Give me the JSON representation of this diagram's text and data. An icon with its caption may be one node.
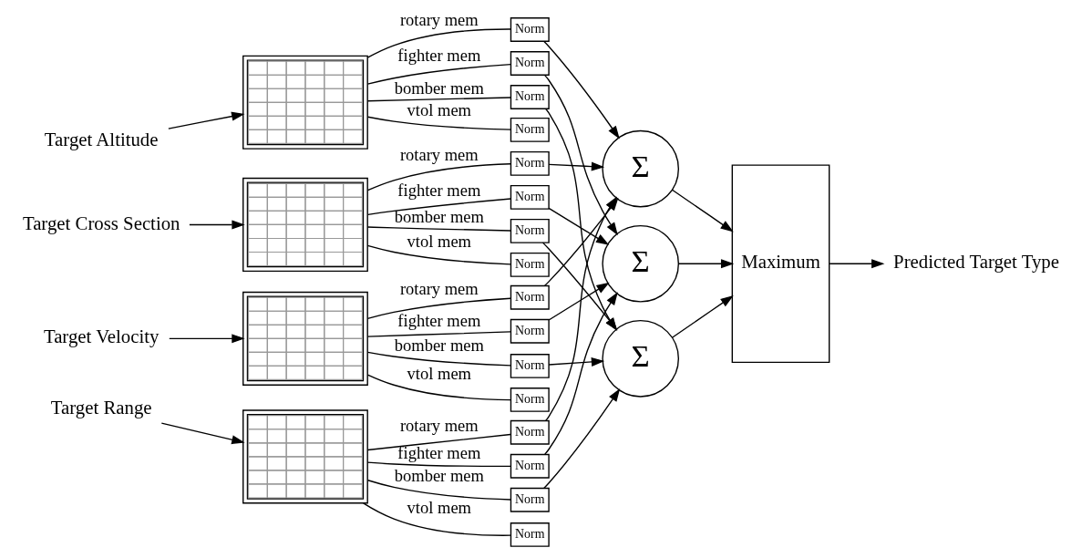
{
  "diagram": {
    "nodes": [
      {
        "text": [
          "Target Altitude"
        ]
      },
      {
        "text": [],
        "shape": "picture"
      },
      {
        "text": [
          "Norm"
        ]
      },
      {
        "text": [
          "Norm"
        ]
      },
      {
        "text": [
          "Norm"
        ]
      },
      {
        "text": [
          "Norm"
        ]
      },
      {
        "text": [
          "Target Cross Section"
        ]
      },
      {
        "text": [],
        "shape": "picture"
      },
      {
        "text": [
          "Norm"
        ]
      },
      {
        "text": [
          "Norm"
        ]
      },
      {
        "text": [
          "Norm"
        ]
      },
      {
        "text": [
          "Norm"
        ]
      },
      {
        "text": [
          "Target Velocity"
        ]
      },
      {
        "text": [],
        "shape": "picture"
      },
      {
        "text": [
          "Norm"
        ]
      },
      {
        "text": [
          "Norm"
        ]
      },
      {
        "text": [
          "Norm"
        ]
      },
      {
        "text": [
          "Norm"
        ]
      },
      {
        "text": [
          "Target Range"
        ]
      },
      {
        "text": [],
        "shape": "picture"
      },
      {
        "text": [
          "Norm"
        ]
      },
      {
        "text": [
          "Norm"
        ]
      },
      {
        "text": [
          "Norm"
        ]
      },
      {
        "text": [
          "Norm"
        ]
      },
      {
        "text": [
          "Σ"
        ]
      },
      {
        "text": [
          "Σ"
        ]
      },
      {
        "text": [
          "Σ"
        ]
      },
      {
        "text": [
          "Maximum"
        ]
      },
      {
        "text": [
          "Predicted Target Type"
        ]
      }
    ],
    "edges": [
      {
        "from": 0,
        "to": 1,
        "arrow": "to"
      },
      {
        "from": 1,
        "to": 2,
        "arrow": "none",
        "label": "rotary mem"
      },
      {
        "from": 1,
        "to": 3,
        "arrow": "none",
        "label": "fighter mem"
      },
      {
        "from": 1,
        "to": 4,
        "arrow": "none",
        "label": "bomber mem"
      },
      {
        "from": 1,
        "to": 5,
        "arrow": "none",
        "label": "vtol mem"
      },
      {
        "from": 6,
        "to": 7,
        "arrow": "to"
      },
      {
        "from": 7,
        "to": 8,
        "arrow": "none",
        "label": "rotary mem"
      },
      {
        "from": 7,
        "to": 9,
        "arrow": "none",
        "label": "fighter mem"
      },
      {
        "from": 7,
        "to": 10,
        "arrow": "none",
        "label": "bomber mem"
      },
      {
        "from": 7,
        "to": 11,
        "arrow": "none",
        "label": "vtol mem"
      },
      {
        "from": 12,
        "to": 13,
        "arrow": "to"
      },
      {
        "from": 13,
        "to": 14,
        "arrow": "none",
        "label": "rotary mem"
      },
      {
        "from": 13,
        "to": 15,
        "arrow": "none",
        "label": "fighter mem"
      },
      {
        "from": 13,
        "to": 16,
        "arrow": "none",
        "label": "bomber mem"
      },
      {
        "from": 13,
        "to": 17,
        "arrow": "none",
        "label": "vtol mem"
      },
      {
        "from": 18,
        "to": 19,
        "arrow": "to"
      },
      {
        "from": 19,
        "to": 20,
        "arrow": "none",
        "label": "rotary mem"
      },
      {
        "from": 19,
        "to": 21,
        "arrow": "none",
        "label": "fighter mem"
      },
      {
        "from": 19,
        "to": 22,
        "arrow": "none",
        "label": "bomber mem"
      },
      {
        "from": 19,
        "to": 23,
        "arrow": "none",
        "label": "vtol mem"
      },
      {
        "from": 2,
        "to": 24,
        "arrow": "to"
      },
      {
        "from": 3,
        "to": 25,
        "arrow": "to"
      },
      {
        "from": 4,
        "to": 26,
        "arrow": "to"
      },
      {
        "from": 8,
        "to": 24,
        "arrow": "to"
      },
      {
        "from": 9,
        "to": 25,
        "arrow": "to"
      },
      {
        "from": 10,
        "to": 26,
        "arrow": "to"
      },
      {
        "from": 14,
        "to": 24,
        "arrow": "to"
      },
      {
        "from": 15,
        "to": 25,
        "arrow": "to"
      },
      {
        "from": 16,
        "to": 26,
        "arrow": "to"
      },
      {
        "from": 20,
        "to": 24,
        "arrow": "to"
      },
      {
        "from": 21,
        "to": 25,
        "arrow": "to"
      },
      {
        "from": 22,
        "to": 26,
        "arrow": "to"
      },
      {
        "from": 24,
        "to": 27,
        "arrow": "to"
      },
      {
        "from": 25,
        "to": 27,
        "arrow": "to"
      },
      {
        "from": 26,
        "to": 27,
        "arrow": "to"
      },
      {
        "from": 27,
        "to": 28,
        "arrow": "to"
      }
    ]
  }
}
